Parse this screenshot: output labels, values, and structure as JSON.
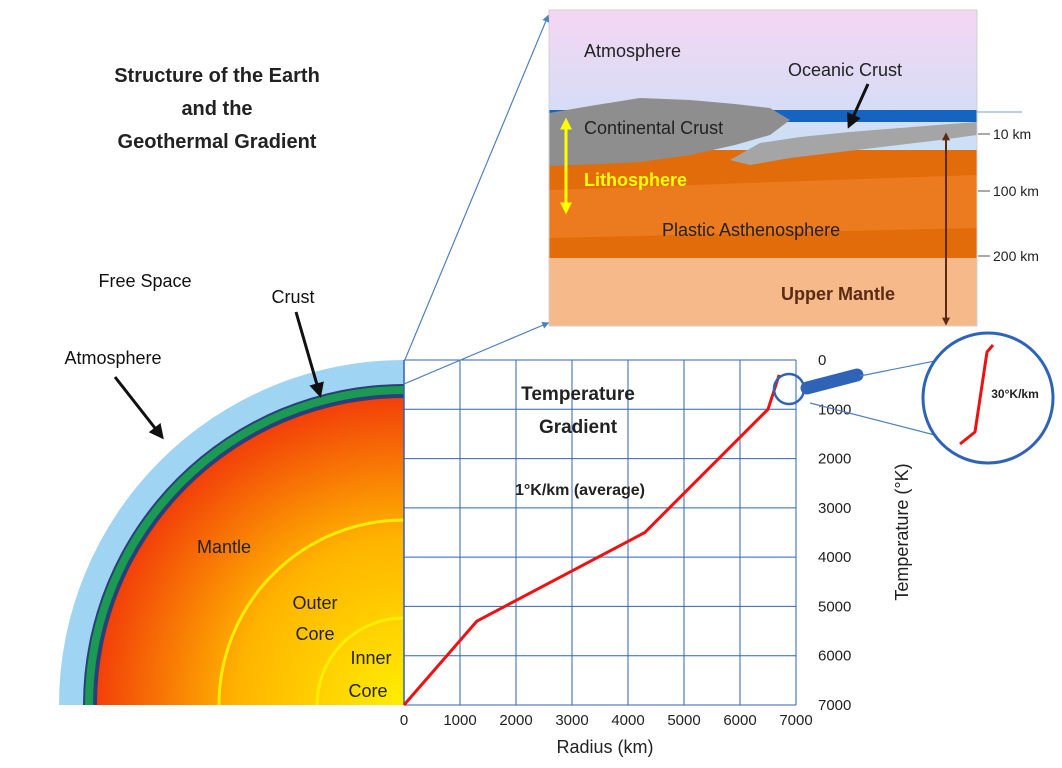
{
  "title": {
    "line1": "Structure of the Earth",
    "line2": "and the",
    "line3": "Geothermal Gradient"
  },
  "earth_labels": {
    "free_space": "Free Space",
    "crust": "Crust",
    "atmosphere": "Atmosphere",
    "mantle": "Mantle",
    "outer_core_1": "Outer",
    "outer_core_2": "Core",
    "inner_core_1": "Inner",
    "inner_core_2": "Core"
  },
  "inset_labels": {
    "atmosphere": "Atmosphere",
    "oceanic_crust": "Oceanic Crust",
    "continental_crust": "Continental Crust",
    "lithosphere": "Lithosphere",
    "plastic_asthenosphere": "Plastic Asthenosphere",
    "upper_mantle": "Upper Mantle",
    "depth_10": "10 km",
    "depth_100": "100 km",
    "depth_200": "200 km"
  },
  "chart_labels": {
    "gradient_title_1": "Temperature",
    "gradient_title_2": "Gradient",
    "average_rate": "1°K/km (average)",
    "zoom_rate": "30°K/km"
  },
  "colors": {
    "atmosphere": "#9fd4f3",
    "crust_green": "#1a9a52",
    "crust_navy": "#2b3f7a",
    "mantle_red": "#ee1c0e",
    "core_yellow": "#ffee00",
    "grid": "#2f63b8",
    "curve": "#ee1111",
    "arrow": "#4f81bd",
    "lithosphere_text": "#ffff00",
    "inset_orange": "#e36c0a",
    "inset_orange_light": "#f6b98a"
  },
  "chart_data": {
    "type": "line",
    "title": "",
    "xlabel": "Radius (km)",
    "ylabel": "Temperature (°K)",
    "xlim": [
      0,
      7000
    ],
    "ylim": [
      7000,
      0
    ],
    "y_inverted": true,
    "grid": true,
    "x_ticks": [
      "0",
      "1000",
      "2000",
      "3000",
      "4000",
      "5000",
      "6000",
      "7000"
    ],
    "y_ticks": [
      "0",
      "1000",
      "2000",
      "3000",
      "4000",
      "5000",
      "6000",
      "7000"
    ],
    "series": [
      {
        "x": [
          0,
          1300,
          4300,
          6500,
          6700
        ],
        "y": [
          7000,
          5300,
          3500,
          1000,
          300
        ]
      }
    ]
  }
}
